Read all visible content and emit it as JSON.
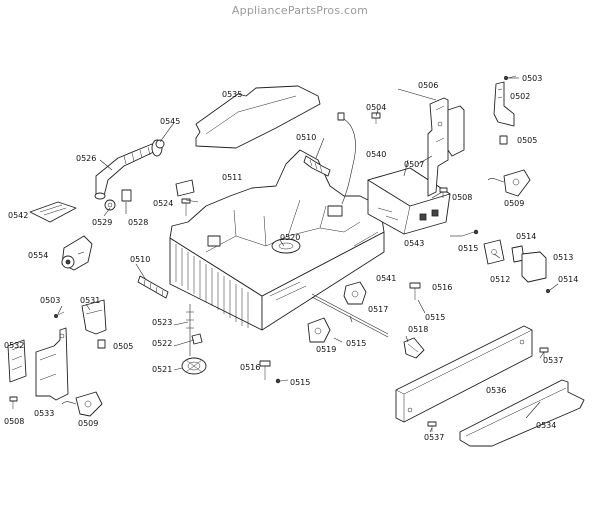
{
  "watermark": "AppliancePartsPros.com",
  "labels": {
    "l0503a": "0503",
    "l0502": "0502",
    "l0505a": "0505",
    "l0506": "0506",
    "l0504": "0504",
    "l0535": "0535",
    "l0545": "0545",
    "l0510a": "0510",
    "l0540": "0540",
    "l0507": "0507",
    "l0526": "0526",
    "l0511": "0511",
    "l0508a": "0508",
    "l0509a": "0509",
    "l0524": "0524",
    "l0542": "0542",
    "l0529": "0529",
    "l0528": "0528",
    "l0520": "0520",
    "l0543": "0543",
    "l0515a": "0515",
    "l0514a": "0514",
    "l0513": "0513",
    "l0554": "0554",
    "l0510b": "0510",
    "l0512": "0512",
    "l0514b": "0514",
    "l0541": "0541",
    "l0516a": "0516",
    "l0503b": "0503",
    "l0531": "0531",
    "l0517": "0517",
    "l0515b": "0515",
    "l0523": "0523",
    "l0518": "0518",
    "l0532": "0532",
    "l0505b": "0505",
    "l0522": "0522",
    "l0519": "0519",
    "l0515c": "0515",
    "l0537a": "0537",
    "l0521": "0521",
    "l0516b": "0516",
    "l0515d": "0515",
    "l0536": "0536",
    "l0508b": "0508",
    "l0533": "0533",
    "l0509b": "0509",
    "l0534": "0534",
    "l0537b": "0537"
  }
}
